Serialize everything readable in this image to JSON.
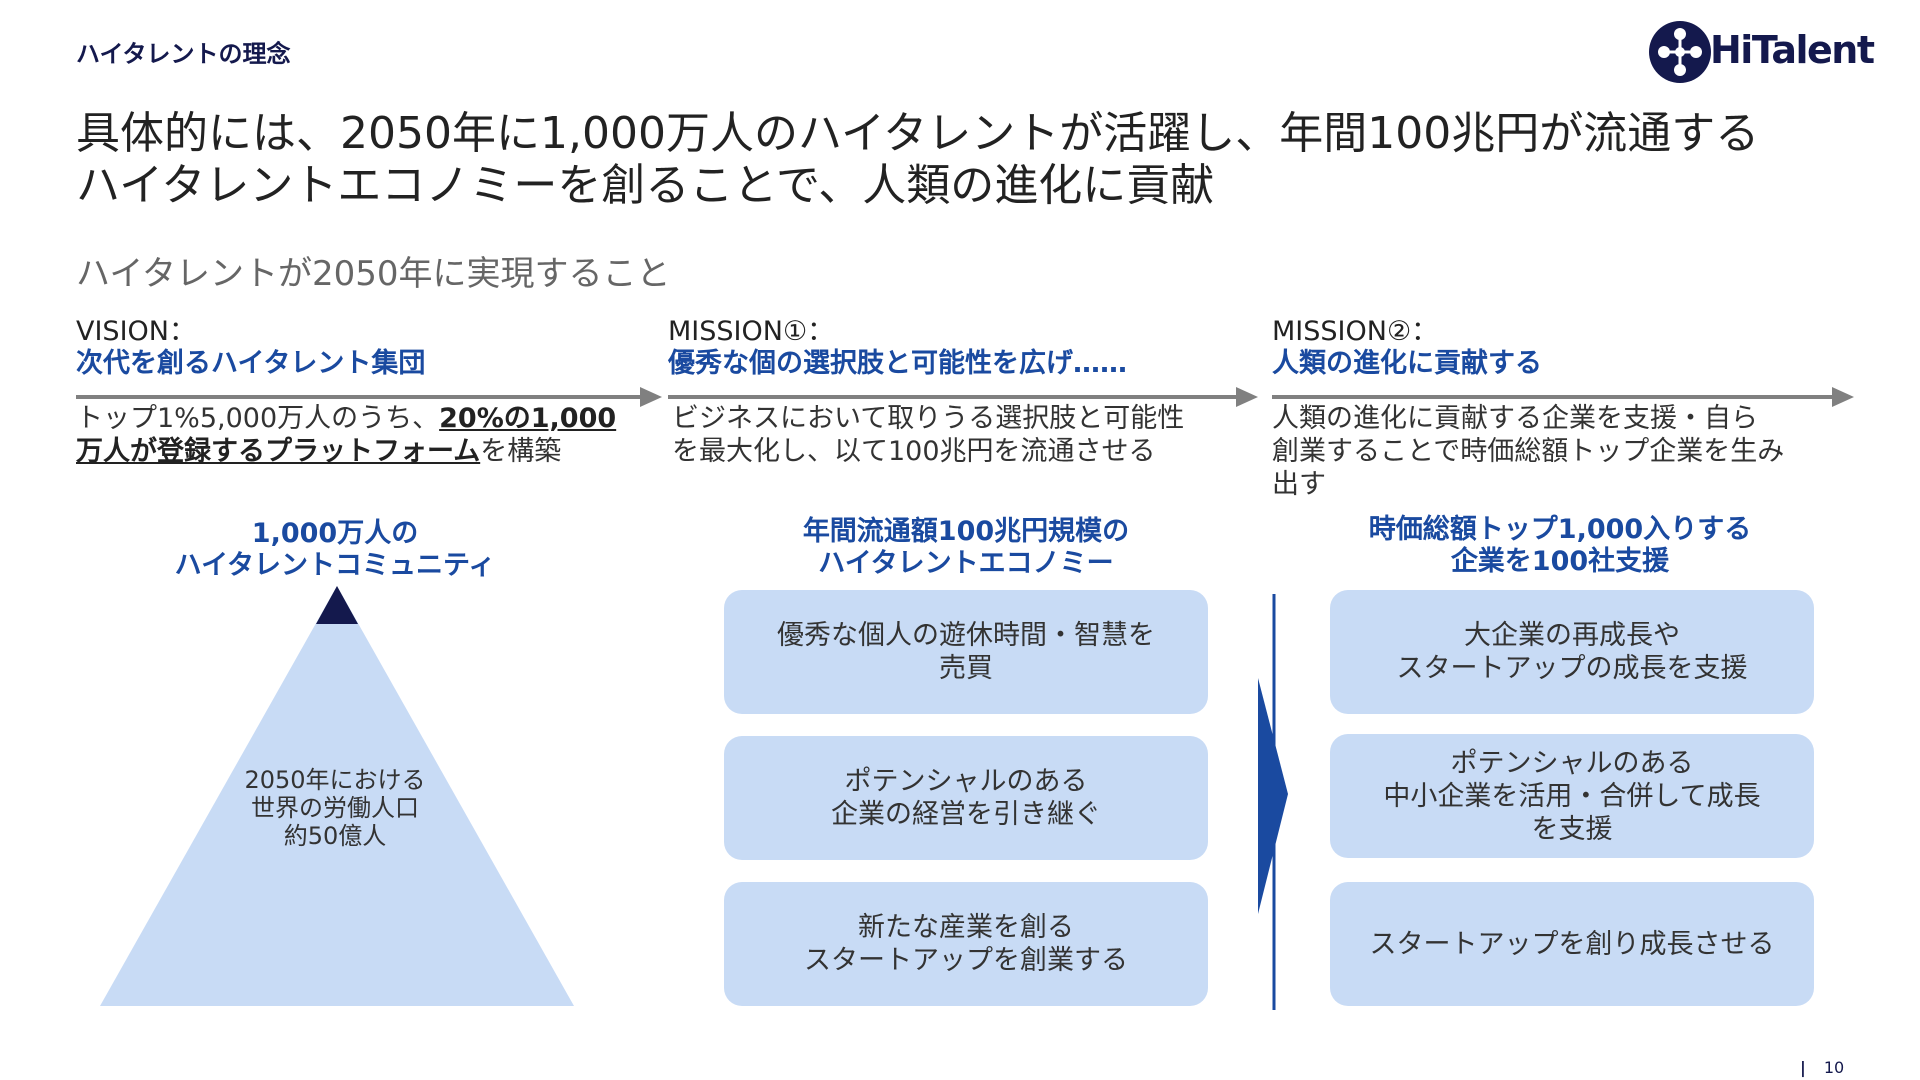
{
  "header": {
    "section_label": "ハイタレントの理念",
    "logo_text": "HiTalent"
  },
  "headline": {
    "line1": "具体的には、2050年に1,000万人のハイタレントが活躍し、年間100兆円が流通する",
    "line2": "ハイタレントエコノミーを創ることで、人類の進化に貢献"
  },
  "subheadline": "ハイタレントが2050年に実現すること",
  "columns": [
    {
      "label": "VISION：",
      "title": "次代を創るハイタレント集団",
      "desc_pre": "トップ1%5,000万人のうち、",
      "desc_emph_line1": "20%の1,000",
      "desc_emph_line2": "万人が登録するプラットフォーム",
      "desc_post": "を構築"
    },
    {
      "label": "MISSION①：",
      "title": "優秀な個の選択肢と可能性を広げ……",
      "desc_line1": "ビジネスにおいて取りうる選択肢と可能性",
      "desc_line2": "を最大化し、以て100兆円を流通させる"
    },
    {
      "label": "MISSION②：",
      "title": "人類の進化に貢献する",
      "desc_line1": "人類の進化に貢献する企業を支援・自ら",
      "desc_line2": "創業することで時価総額トップ企業を生み",
      "desc_line3": "出す"
    }
  ],
  "community": {
    "title_line1": "1,000万人の",
    "title_line2": "ハイタレントコミュニティ",
    "pyramid_line1": "2050年における",
    "pyramid_line2": "世界の労働人口",
    "pyramid_line3": "約50億人"
  },
  "economy": {
    "title_line1": "年間流通額100兆円規模の",
    "title_line2": "ハイタレントエコノミー",
    "boxes": [
      {
        "line1": "優秀な個人の遊休時間・智慧を",
        "line2": "売買"
      },
      {
        "line1": "ポテンシャルのある",
        "line2": "企業の経営を引き継ぐ"
      },
      {
        "line1": "新たな産業を創る",
        "line2": "スタートアップを創業する"
      }
    ]
  },
  "companies": {
    "title_line1": "時価総額トップ1,000入りする",
    "title_line2": "企業を100社支援",
    "boxes": [
      {
        "line1": "大企業の再成長や",
        "line2": "スタートアップの成長を支援"
      },
      {
        "line1": "ポテンシャルのある",
        "line2": "中小企業を活用・合併して成長",
        "line3": "を支援"
      },
      {
        "line1": "スタートアップを創り成長させる"
      }
    ]
  },
  "footer": {
    "page_number": "10"
  },
  "colors": {
    "navy": "#14194d",
    "accent_blue": "#1a4aa0",
    "box_fill": "#c8dbf5",
    "arrow_gray": "#808080"
  }
}
